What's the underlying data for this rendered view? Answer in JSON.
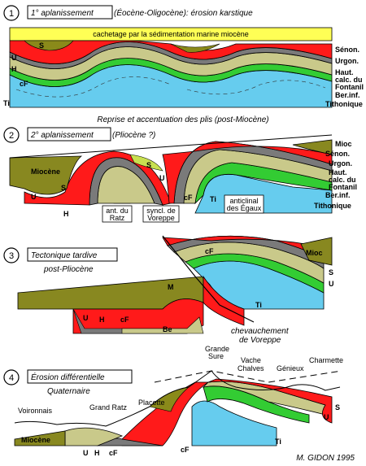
{
  "colors": {
    "neocomian_red": "#ff1a1a",
    "urgonian_gray": "#7a7a7a",
    "senonian_olive": "#8a8a1a",
    "miocene_olive": "#888820",
    "fontanil_beige": "#c9c98a",
    "berriasian_green": "#33cc33",
    "tithonic_cyan": "#66ccee",
    "cachetage_yellow": "#ffff55",
    "outline": "#000000"
  },
  "panel1": {
    "number": "1",
    "title_boxed": "1° aplanissement",
    "title_rest": " (Éocène-Oligocène): érosion karstique",
    "banner": "cachetage par la sédimentation marine miocène",
    "labels": {
      "S": "S",
      "U": "U",
      "H": "H",
      "cF": "cF",
      "Ti": "Ti"
    },
    "legend": [
      "Sénon.",
      "Urgon.",
      "Haut.",
      "calc. du",
      "Fontanil",
      "Ber.inf.",
      "Tithonique"
    ]
  },
  "caption_between": "Reprise et accentuation des plis (post-Miocène)",
  "panel2": {
    "number": "2",
    "title_boxed": "2° aplanissement",
    "title_rest": " (Pliocène ?)",
    "labels": {
      "Miocene": "Miocène",
      "S": "S",
      "U": "U",
      "H": "H",
      "cF": "cF",
      "Ti": "Ti",
      "S2": "S",
      "U2": "U"
    },
    "legend": [
      "Mioc",
      "Sénon.",
      "Urgon.",
      "Haut.",
      "calc. du",
      "Fontanil",
      "Ber.inf.",
      "Tithonique"
    ],
    "box_ratz": [
      "ant. du",
      "Ratz"
    ],
    "box_voreppe": [
      "syncl. de",
      "Voreppe"
    ],
    "box_egaux": [
      "anticlinal",
      "des Égaux"
    ]
  },
  "panel3": {
    "number": "3",
    "title_boxed": "Tectonique tardive",
    "title_sub": "post-Pliocène",
    "labels": {
      "M": "M",
      "U": "U",
      "H": "H",
      "cF": "cF",
      "Be": "Be",
      "cF2": "cF",
      "Ti": "Ti",
      "Mioc": "Mioc",
      "S": "S",
      "U2": "U"
    },
    "chevauchement": [
      "chevauchement",
      "de Voreppe"
    ]
  },
  "panel4": {
    "number": "4",
    "title_boxed": "Érosion différentielle",
    "title_sub": "Quaternaire",
    "places": {
      "grande": "Grande",
      "sure": "Sure",
      "vache": "Vache",
      "chalves": "Chalves",
      "genieux": "Génieux",
      "charmette": "Charmette",
      "voironnais": "Voironnais",
      "grand_ratz": "Grand Ratz",
      "placette": "Placette"
    },
    "labels": {
      "Miocene": "Miocène",
      "U": "U",
      "H": "H",
      "cF": "cF",
      "cF2": "cF",
      "Ti": "Ti",
      "S": "S",
      "U2": "U"
    }
  },
  "signature": "M. GIDON 1995"
}
